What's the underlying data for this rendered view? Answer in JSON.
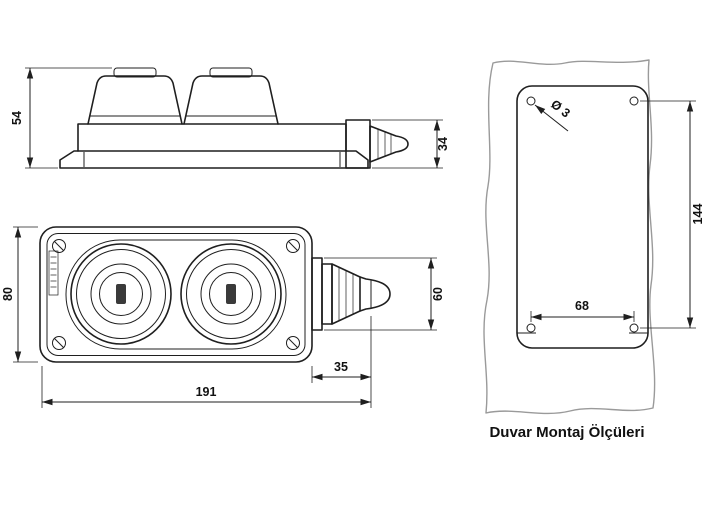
{
  "caption": "Duvar Montaj Ölçüleri",
  "dims": {
    "side_height": "54",
    "side_gland_height": "34",
    "top_width": "80",
    "top_gland_width": "60",
    "gland_length": "35",
    "total_length": "191",
    "hole_diameter": "Ø 3",
    "hole_spacing_vertical": "144",
    "hole_spacing_horizontal": "68"
  }
}
